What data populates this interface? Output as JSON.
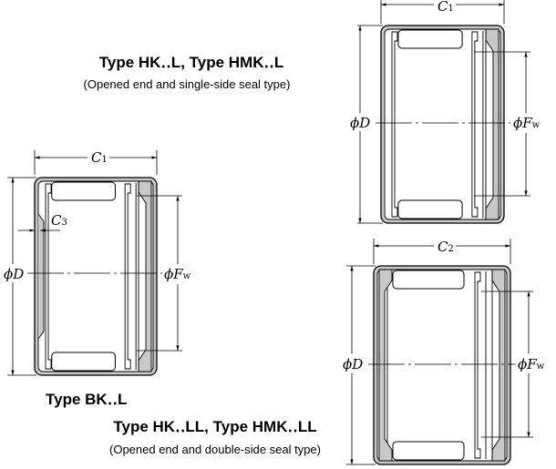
{
  "captions": {
    "hk_l_title": "Type HK‥L, Type HMK‥L",
    "hk_l_subtitle": "(Opened end and single-side seal type)",
    "bk_l_title": "Type BK‥L",
    "hk_ll_title": "Type HK‥LL, Type HMK‥LL",
    "hk_ll_subtitle": "(Opened end and double-side seal type)"
  },
  "dimensions": {
    "bk_l": {
      "width": {
        "main": "C",
        "sub": "1"
      },
      "c3": {
        "main": "C",
        "sub": "3"
      },
      "outer": {
        "main": "ϕD",
        "sub": ""
      },
      "inner": {
        "main": "ϕF",
        "sub": "w"
      }
    },
    "hk_l": {
      "width": {
        "main": "C",
        "sub": "1"
      },
      "outer": {
        "main": "ϕD",
        "sub": ""
      },
      "inner": {
        "main": "ϕF",
        "sub": "w"
      }
    },
    "hk_ll": {
      "width": {
        "main": "C",
        "sub": "2"
      },
      "outer": {
        "main": "ϕD",
        "sub": ""
      },
      "inner": {
        "main": "ϕF",
        "sub": "w"
      }
    }
  },
  "colors": {
    "shell_fill": "#c8c8c8",
    "line": "#000000"
  }
}
